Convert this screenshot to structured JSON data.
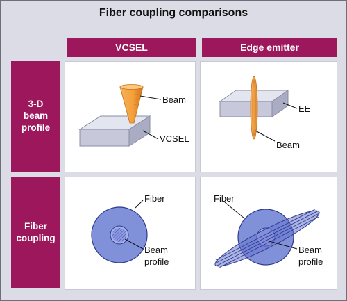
{
  "title": "Fiber coupling comparisons",
  "columns": [
    "VCSEL",
    "Edge emitter"
  ],
  "rows": [
    [
      "3-D",
      "beam",
      "profile"
    ],
    [
      "Fiber",
      "coupling"
    ]
  ],
  "labels": {
    "beam": "Beam",
    "vcsel": "VCSEL",
    "ee": "EE",
    "fiber": "Fiber",
    "beam_profile": [
      "Beam",
      "profile"
    ]
  },
  "colors": {
    "header": "#9d175c",
    "background": "#dcdce6",
    "fiber": "#7f8fd8",
    "beam": "#f0a348",
    "chip": "#c9cbdb"
  }
}
